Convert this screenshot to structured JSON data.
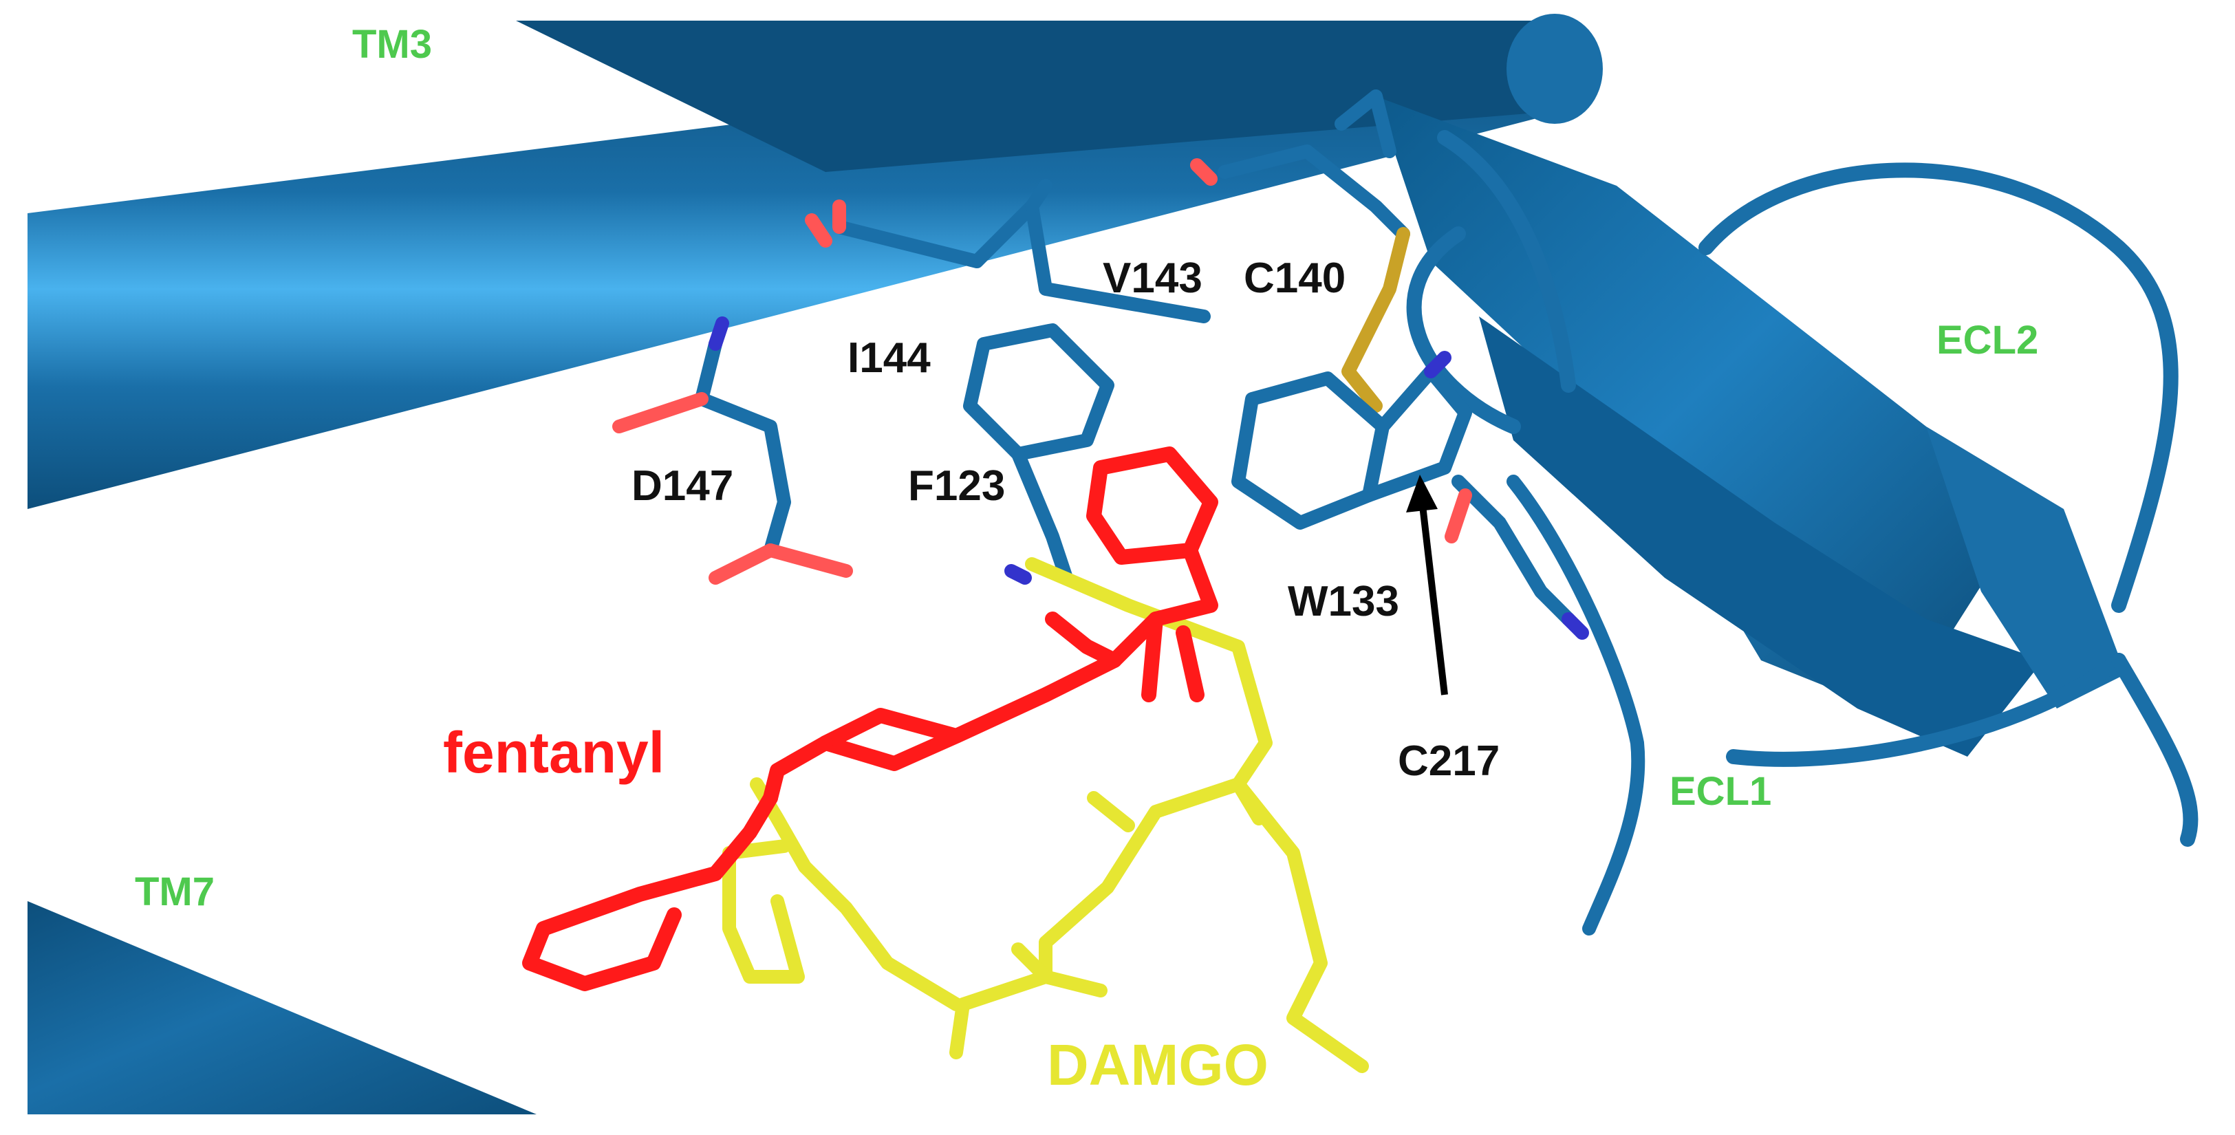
{
  "colors": {
    "protein": "#1a6fa8",
    "protein_highlight": "#3fa6e6",
    "protein_shadow": "#0d4f7c",
    "fentanyl": "#ff1a1a",
    "damgo": "#e6e632",
    "helix_label": "#4ec94e",
    "residue_label": "#111111",
    "oxygen": "#ff5555",
    "nitrogen": "#3333cc",
    "sulfur": "#c9a227"
  },
  "helix_labels": {
    "tm3": "TM3",
    "tm7": "TM7",
    "ecl1": "ECL1",
    "ecl2": "ECL2"
  },
  "residue_labels": {
    "v143": "V143",
    "c140": "C140",
    "i144": "I144",
    "d147": "D147",
    "f123": "F123",
    "w133": "W133",
    "c217": "C217"
  },
  "ligand_labels": {
    "fentanyl": "fentanyl",
    "damgo": "DAMGO"
  }
}
